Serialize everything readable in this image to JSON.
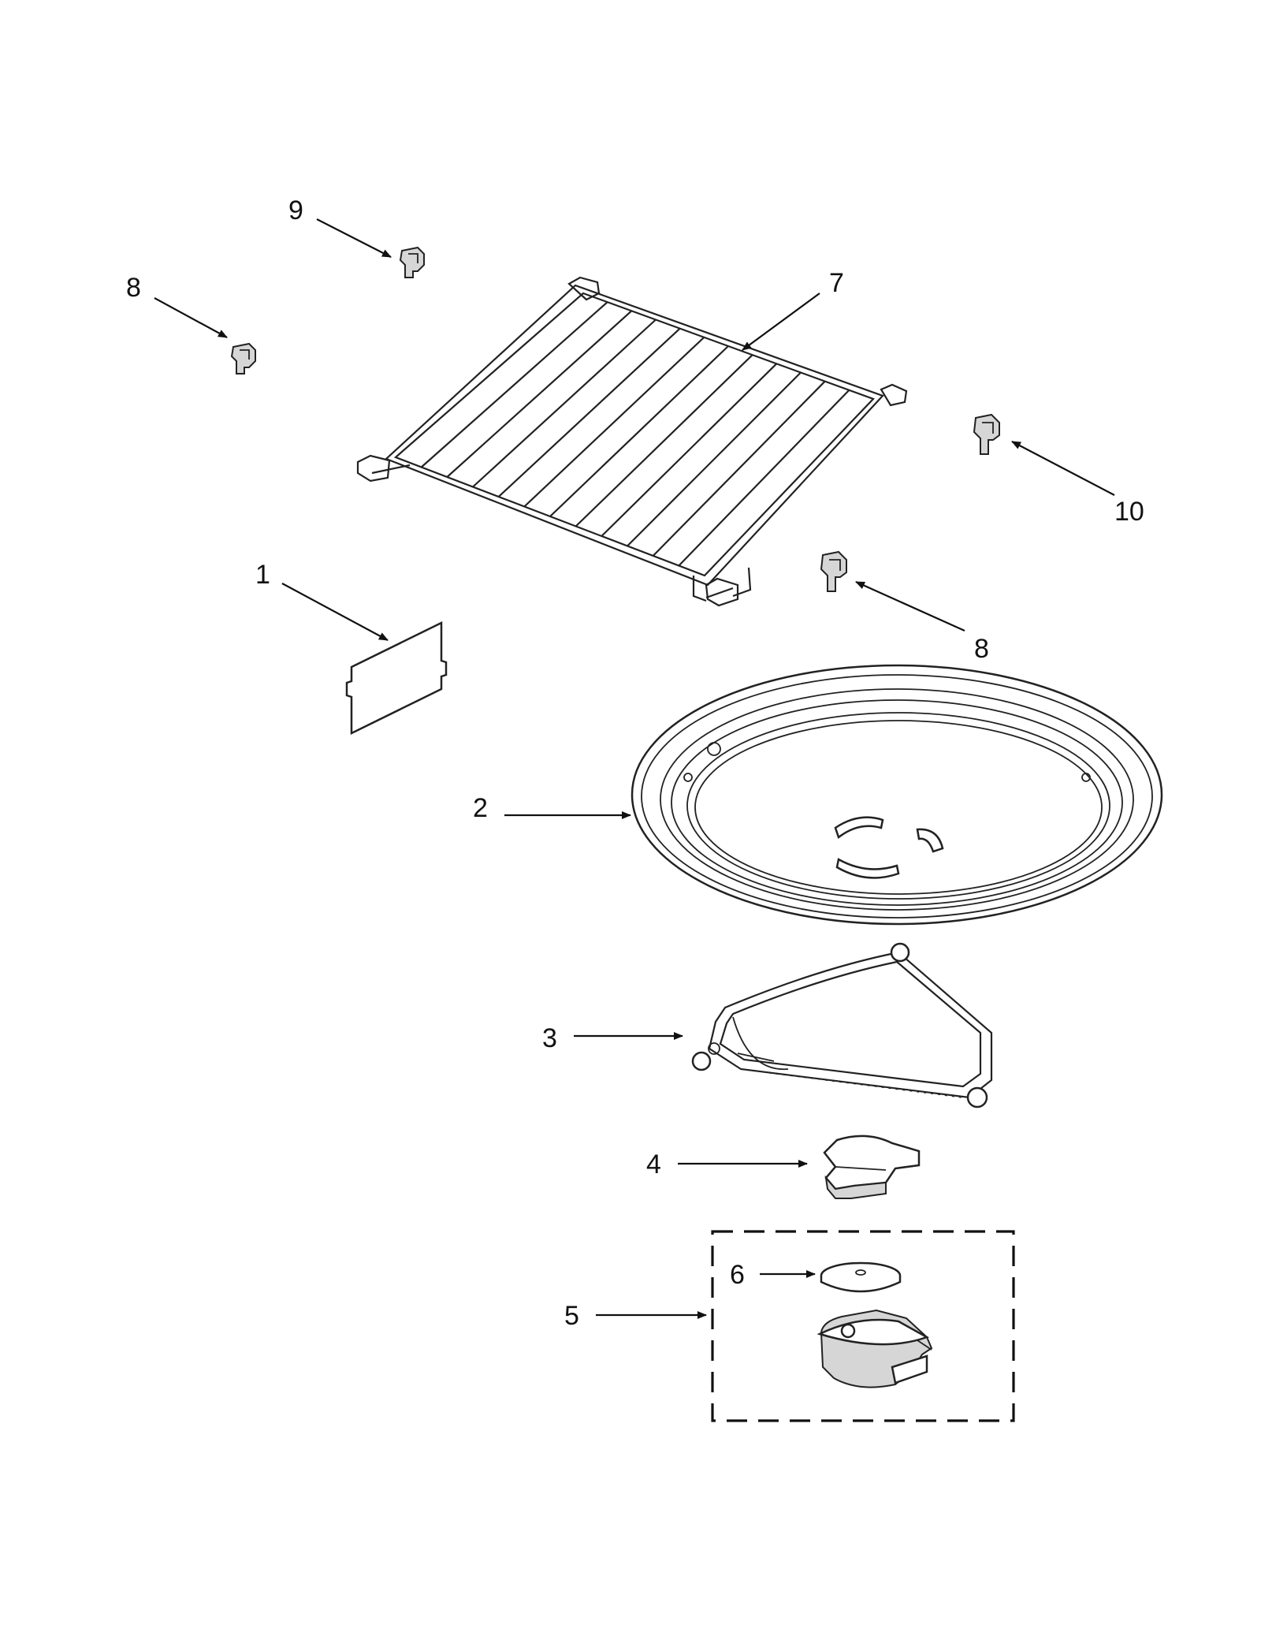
{
  "callouts": {
    "c1": "1",
    "c2": "2",
    "c3": "3",
    "c4": "4",
    "c5": "5",
    "c6": "6",
    "c7": "7",
    "c8a": "8",
    "c8b": "8",
    "c9": "9",
    "c10": "10"
  },
  "colors": {
    "line": "#222222",
    "background": "#ffffff"
  }
}
